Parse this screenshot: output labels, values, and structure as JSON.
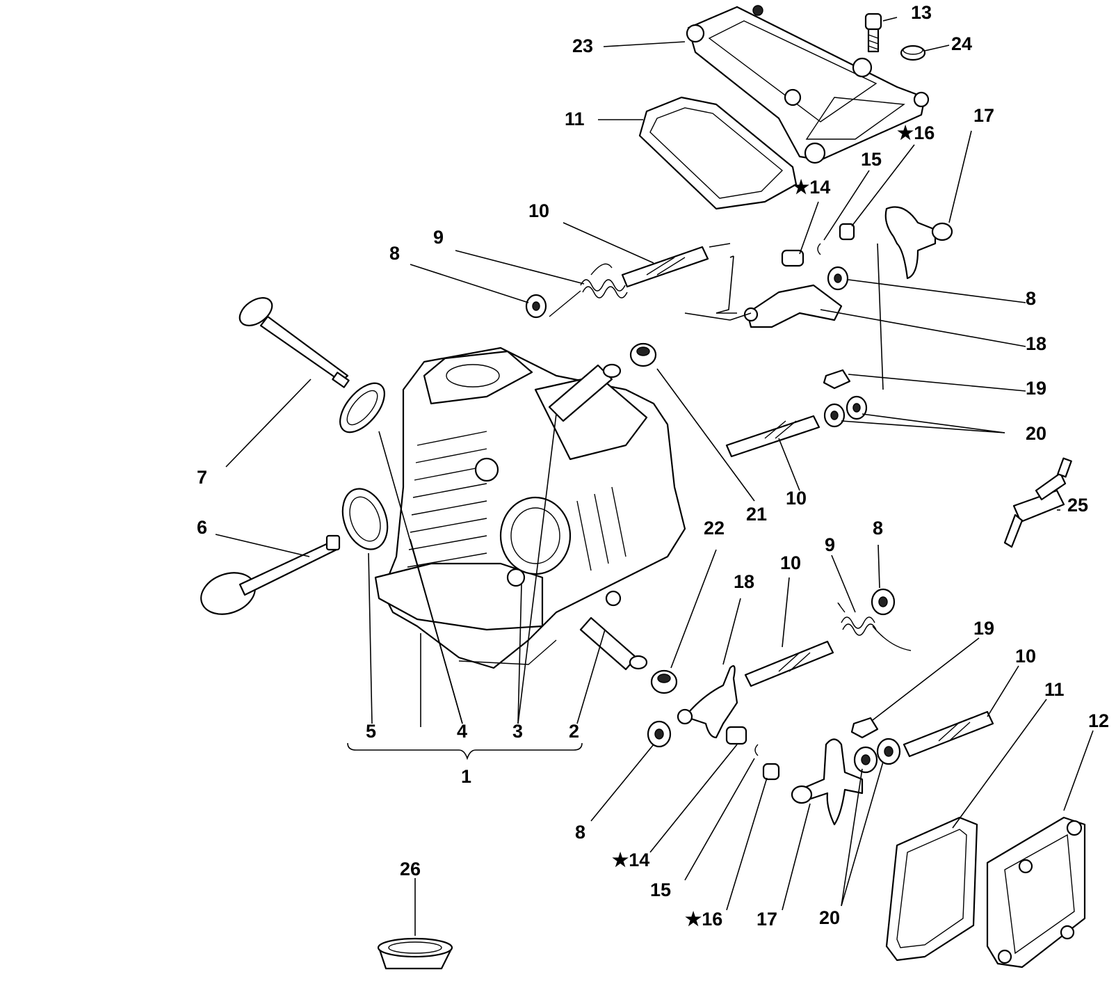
{
  "diagram": {
    "type": "exploded-parts-view",
    "star_symbol": "★",
    "callouts": {
      "c1": "1",
      "c2": "2",
      "c3": "3",
      "c4": "4",
      "c5": "5",
      "c6": "6",
      "c7": "7",
      "c8a": "8",
      "c8b": "8",
      "c8c": "8",
      "c8d": "8",
      "c9a": "9",
      "c9b": "9",
      "c10a": "10",
      "c10b": "10",
      "c10c": "10",
      "c10d": "10",
      "c11a": "11",
      "c11b": "11",
      "c12": "12",
      "c13": "13",
      "c14a": "★14",
      "c14b": "★14",
      "c15a": "15",
      "c15b": "15",
      "c16a": "★16",
      "c16b": "★16",
      "c17a": "17",
      "c17b": "17",
      "c18a": "18",
      "c18b": "18",
      "c19a": "19",
      "c19b": "19",
      "c20a": "20",
      "c20b": "20",
      "c21": "21",
      "c22": "22",
      "c23": "23",
      "c24": "24",
      "c25": "25",
      "c26": "26"
    }
  }
}
